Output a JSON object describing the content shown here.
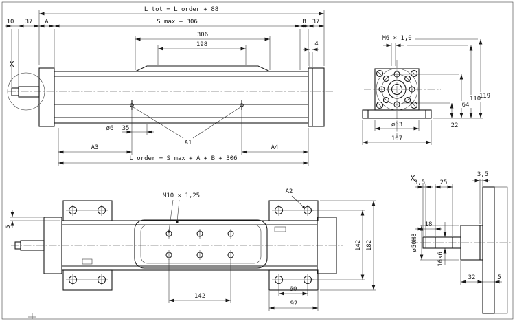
{
  "palette": {
    "background": "#ffffff",
    "line": "#1a1a1a"
  },
  "views": {
    "side": {
      "l_tot": "L tot = L order + 88",
      "d10": "10",
      "d37l": "37",
      "dA": "A",
      "smax": "S max + 306",
      "dB": "B",
      "d37r": "37",
      "d306": "306",
      "d198": "198",
      "d4": "4",
      "x_ref": "X",
      "d6": "ø6",
      "d35": "35",
      "a1": "A1",
      "a3": "A3",
      "a4": "A4",
      "l_order": "L order = S max + A + B + 306"
    },
    "end": {
      "m6": "M6 × 1,0",
      "d63": "ø63",
      "d107": "107",
      "d119": "119",
      "d110": "110",
      "d64": "64",
      "d22": "22"
    },
    "top": {
      "m10": "M10 × 1,25",
      "a2": "A2",
      "d5": "5",
      "d142r": "142",
      "d182": "182",
      "d142b": "142",
      "d60": "60",
      "d92": "92"
    },
    "detail": {
      "x_ref": "X",
      "d35a": "3,5",
      "d25": "25",
      "d35b": "3,5",
      "d50": "ø50H8",
      "d18": "18",
      "d16": "16k6",
      "d32": "32",
      "d5": "5"
    }
  }
}
